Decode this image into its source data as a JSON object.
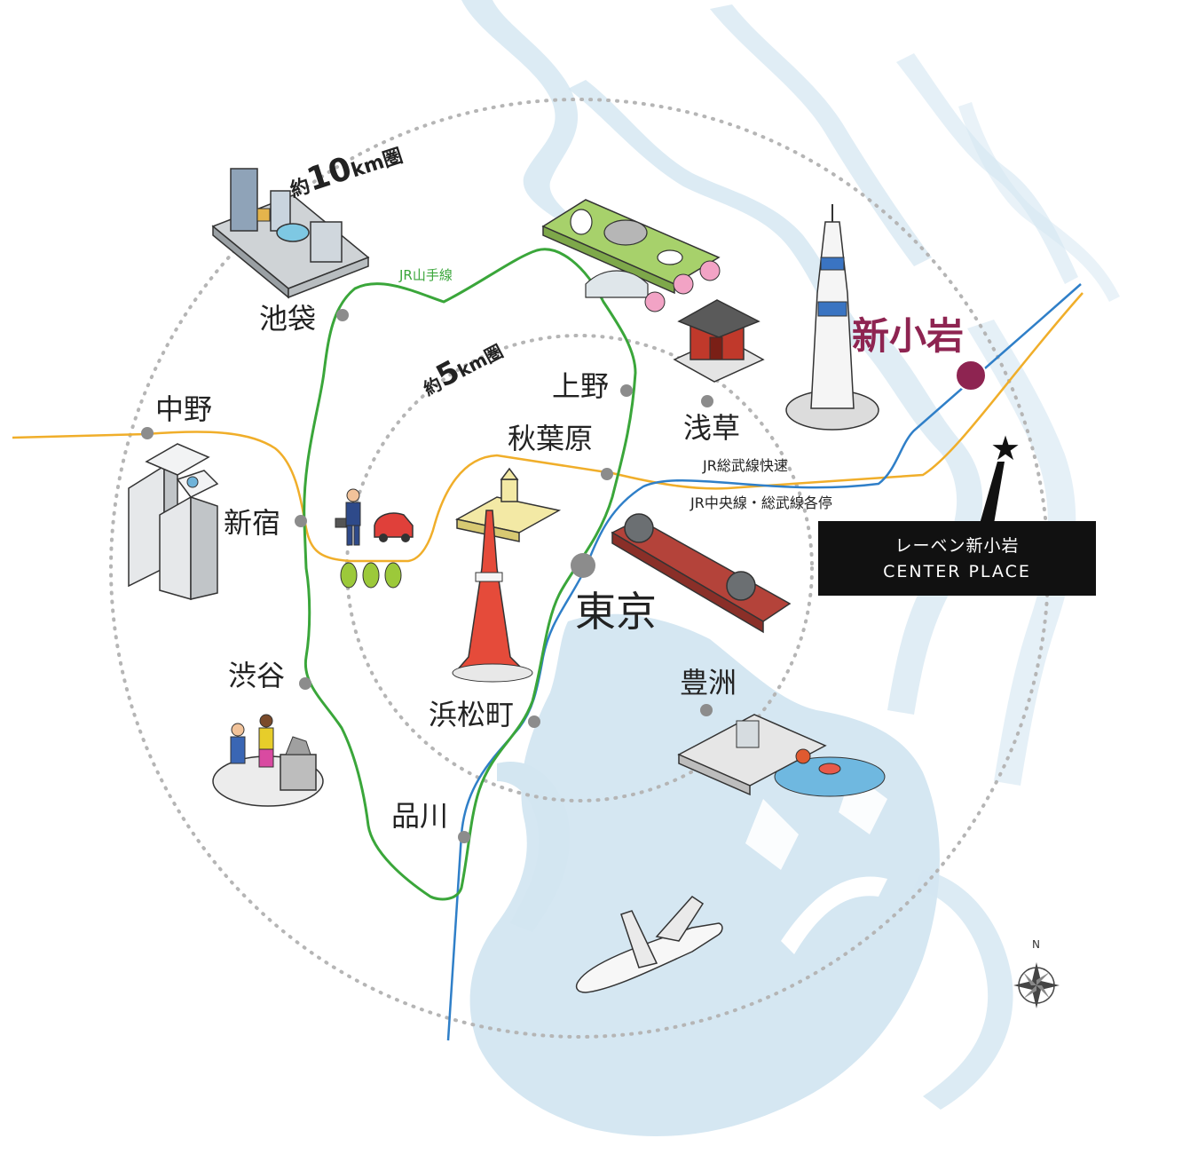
{
  "colors": {
    "water": "#d3e6f1",
    "yamanote": "#3aa63a",
    "chuo_sobu": "#f0ae2a",
    "sobu_rapid": "#2f7fc8",
    "destination": "#8e2451",
    "station_dot": "#8c8c8c",
    "ring": "#b5b5b5"
  },
  "rings": {
    "outer_label_prefix": "約",
    "outer_number": "10",
    "outer_unit": "km圏",
    "inner_label_prefix": "約",
    "inner_number": "5",
    "inner_unit": "km圏"
  },
  "lines": {
    "yamanote": "JR山手線",
    "sobu_rapid": "JR総武線快速",
    "chuo_sobu": "JR中央線・総武線各停"
  },
  "stations": {
    "ikebukuro": "池袋",
    "nakano": "中野",
    "shinjuku": "新宿",
    "shibuya": "渋谷",
    "shinagawa": "品川",
    "hamamatsucho": "浜松町",
    "tokyo": "東京",
    "akihabara": "秋葉原",
    "ueno": "上野",
    "asakusa": "浅草",
    "toyosu": "豊洲",
    "shin_koiwa": "新小岩"
  },
  "property": {
    "line1": "レーベン新小岩",
    "line2": "CENTER PLACE"
  },
  "compass": {
    "north": "N"
  },
  "icons": [
    "ikebukuro-buildings-icon",
    "shinjuku-towers-icon",
    "businessman-icon",
    "car-icon",
    "trees-icon",
    "hachiko-statue-icon",
    "tokyo-tower-icon",
    "diet-building-icon",
    "ueno-zoo-icon",
    "sensoji-gate-icon",
    "skytree-icon",
    "tokyo-station-icon",
    "toyosu-market-icon",
    "airplane-icon",
    "compass-icon",
    "star-icon"
  ]
}
